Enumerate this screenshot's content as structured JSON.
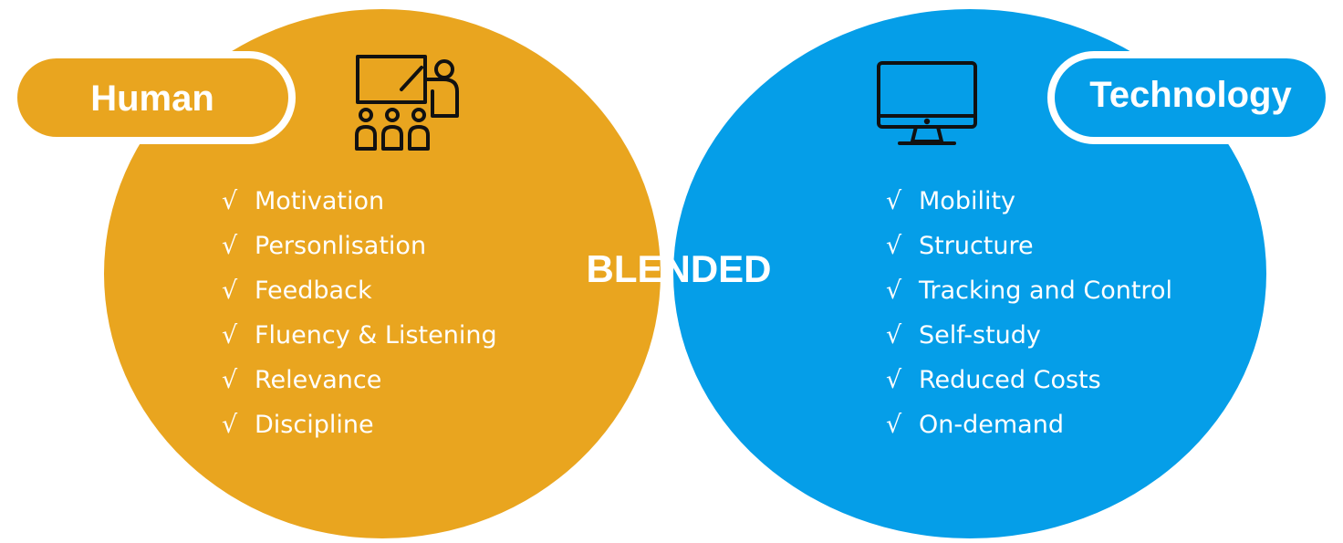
{
  "colors": {
    "human": "#E9A51F",
    "technology": "#059EE8",
    "blended": "#03631F",
    "text": "#FFFFFF",
    "icon_stroke": "#111111"
  },
  "human": {
    "label": "Human",
    "icon": "classroom-teacher-icon",
    "check_mark": "√",
    "items": [
      "Motivation",
      "Personlisation",
      "Feedback",
      "Fluency & Listening",
      "Relevance",
      "Discipline"
    ]
  },
  "technology": {
    "label": "Technology",
    "icon": "desktop-monitor-icon",
    "check_mark": "√",
    "items": [
      "Mobility",
      "Structure",
      "Tracking and Control",
      "Self-study",
      "Reduced Costs",
      "On-demand"
    ]
  },
  "blended": {
    "label": "BLENDED"
  }
}
